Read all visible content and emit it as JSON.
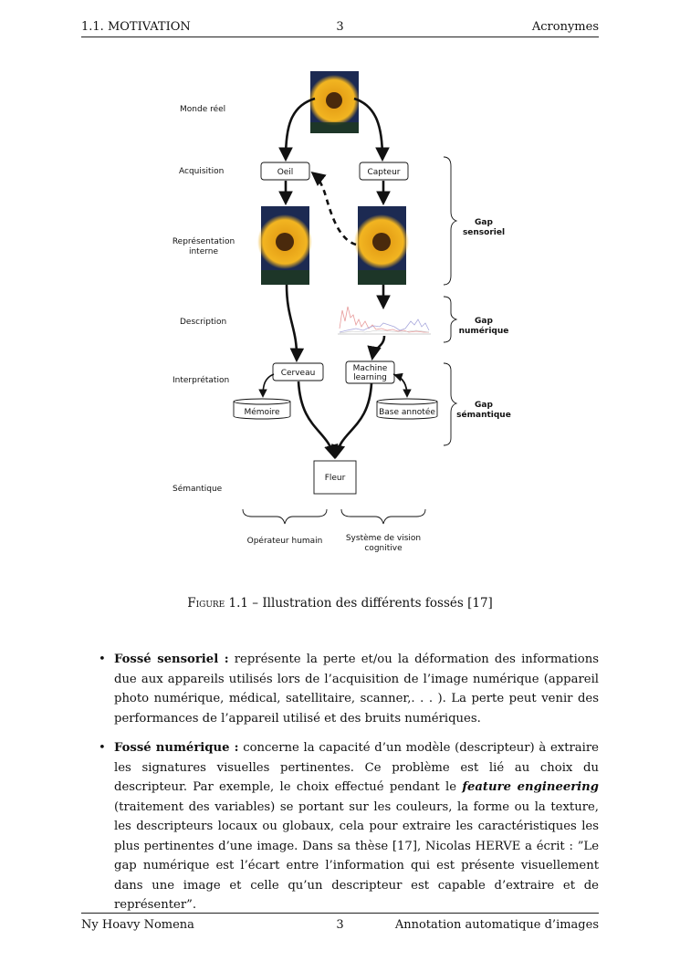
{
  "header": {
    "left": "1.1.  MOTIVATION",
    "center": "3",
    "right": "Acronymes"
  },
  "footer": {
    "left": "Ny Hoavy Nomena",
    "center": "3",
    "right": "Annotation automatique d’images"
  },
  "diagram": {
    "row_labels": {
      "monde": "Monde réel",
      "acquisition": "Acquisition",
      "representation_1": "Représentation",
      "representation_2": "interne",
      "description": "Description",
      "interpretation": "Interprétation",
      "semantique": "Sémantique"
    },
    "boxes": {
      "oeil": "Oeil",
      "capteur": "Capteur",
      "cerveau": "Cerveau",
      "ml_1": "Machine",
      "ml_2": "learning",
      "memoire": "Mémoire",
      "base": "Base annotée",
      "fleur": "Fleur"
    },
    "gaps": {
      "sensoriel_1": "Gap",
      "sensoriel_2": "sensoriel",
      "numerique_1": "Gap",
      "numerique_2": "numérique",
      "semantique_1": "Gap",
      "semantique_2": "sémantique"
    },
    "bottom": {
      "humain": "Opérateur humain",
      "vision_1": "Système de vision",
      "vision_2": "cognitive"
    }
  },
  "caption": {
    "figure": "Figure 1.1",
    "text": " – Illustration des différents fossés [17]"
  },
  "bullets": [
    {
      "term": "Fossé sensoriel :",
      "text": " représente la perte et/ou la déformation des informations due aux appareils utilisés lors de l’acquisition de l’image numérique (appareil photo numérique, médical, satellitaire, scanner,. . . ). La perte peut venir des performances de l’appareil utilisé et des bruits numériques."
    },
    {
      "term": "Fossé numérique :",
      "text_before": " concerne la capacité d’un modèle (descripteur) à extraire les signatures visuelles pertinentes. Ce problème est lié au choix du descripteur. Par exemple, le choix effectué pendant le ",
      "emph": "feature engineering",
      "text_after": " (traitement des variables) se portant sur les couleurs, la forme ou la texture, les descripteurs locaux ou globaux, cela pour extraire les caractéristiques les plus pertinentes d’une image. Dans sa thèse [17], Nicolas HERVE a écrit : ”Le gap numérique est l’écart entre l’information qui est présente visuellement dans une image et celle qu’un descripteur est capable d’extraire et de représenter”."
    }
  ]
}
